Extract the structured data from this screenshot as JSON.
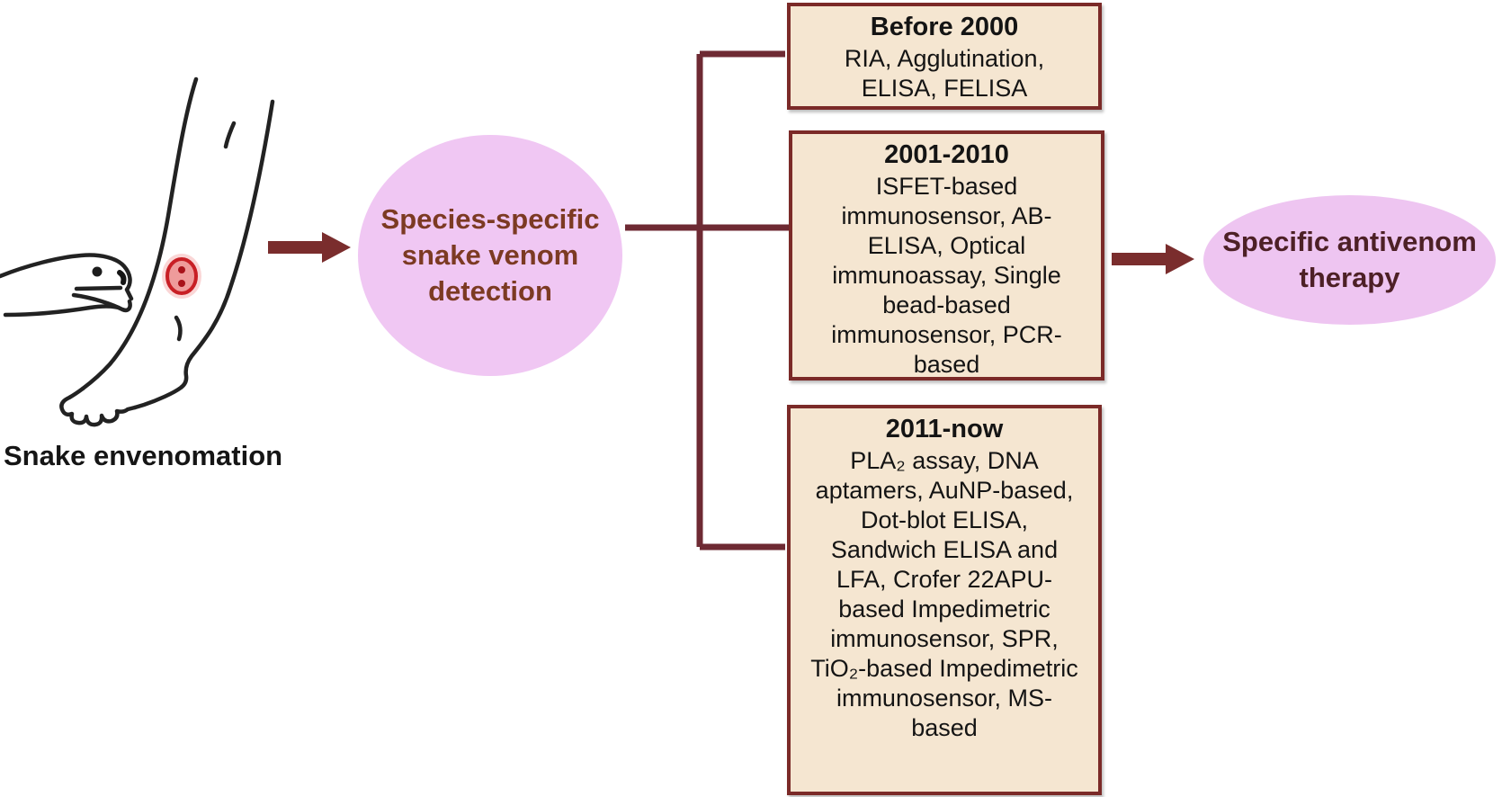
{
  "figure": {
    "caption_left": "Snake envenomation",
    "detection_node": {
      "label": "Species-specific\nsnake venom\ndetection"
    },
    "therapy_node": {
      "label": "Specific antivenom\ntherapy"
    },
    "boxes": [
      {
        "title": "Before 2000",
        "methods": "RIA, Agglutination,\nELISA, FELISA"
      },
      {
        "title": "2001-2010",
        "methods": "ISFET-based\nimmunosensor, AB-\nELISA, Optical\nimmunoassay, Single\nbead-based\nimmunosensor, PCR-\nbased"
      },
      {
        "title": "2011-now",
        "methods": "PLA₂ assay, DNA\naptamers, AuNP-based,\nDot-blot ELISA,\nSandwich ELISA and\nLFA, Crofer 22APU-\nbased Impedimetric\nimmunosensor, SPR,\nTiO₂-based Impedimetric\nimmunosensor, MS-\nbased"
      }
    ],
    "colors": {
      "node_fill": "#f0c7f3",
      "detection_text": "#7c3a23",
      "therapy_text": "#4d2026",
      "box_fill": "#f5e6d1",
      "box_border": "#7b2a28",
      "connector": "#6e2a33",
      "arrow": "#7a2d2d",
      "bite_mark_ring": "#c81f25",
      "sketch_stroke": "#222222"
    }
  }
}
